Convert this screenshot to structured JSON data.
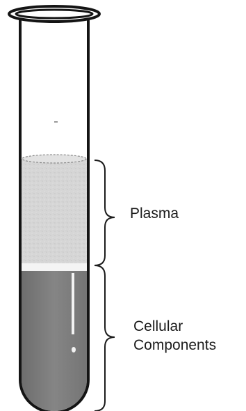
{
  "labels": {
    "plasma": "Plasma",
    "cellular_line1": "Cellular",
    "cellular_line2": "Components"
  },
  "colors": {
    "tube_outline": "#141414",
    "plasma_fill": "#d6d6d6",
    "cellular_fill": "#7b7b7b",
    "label_text": "#1c1c1c"
  }
}
